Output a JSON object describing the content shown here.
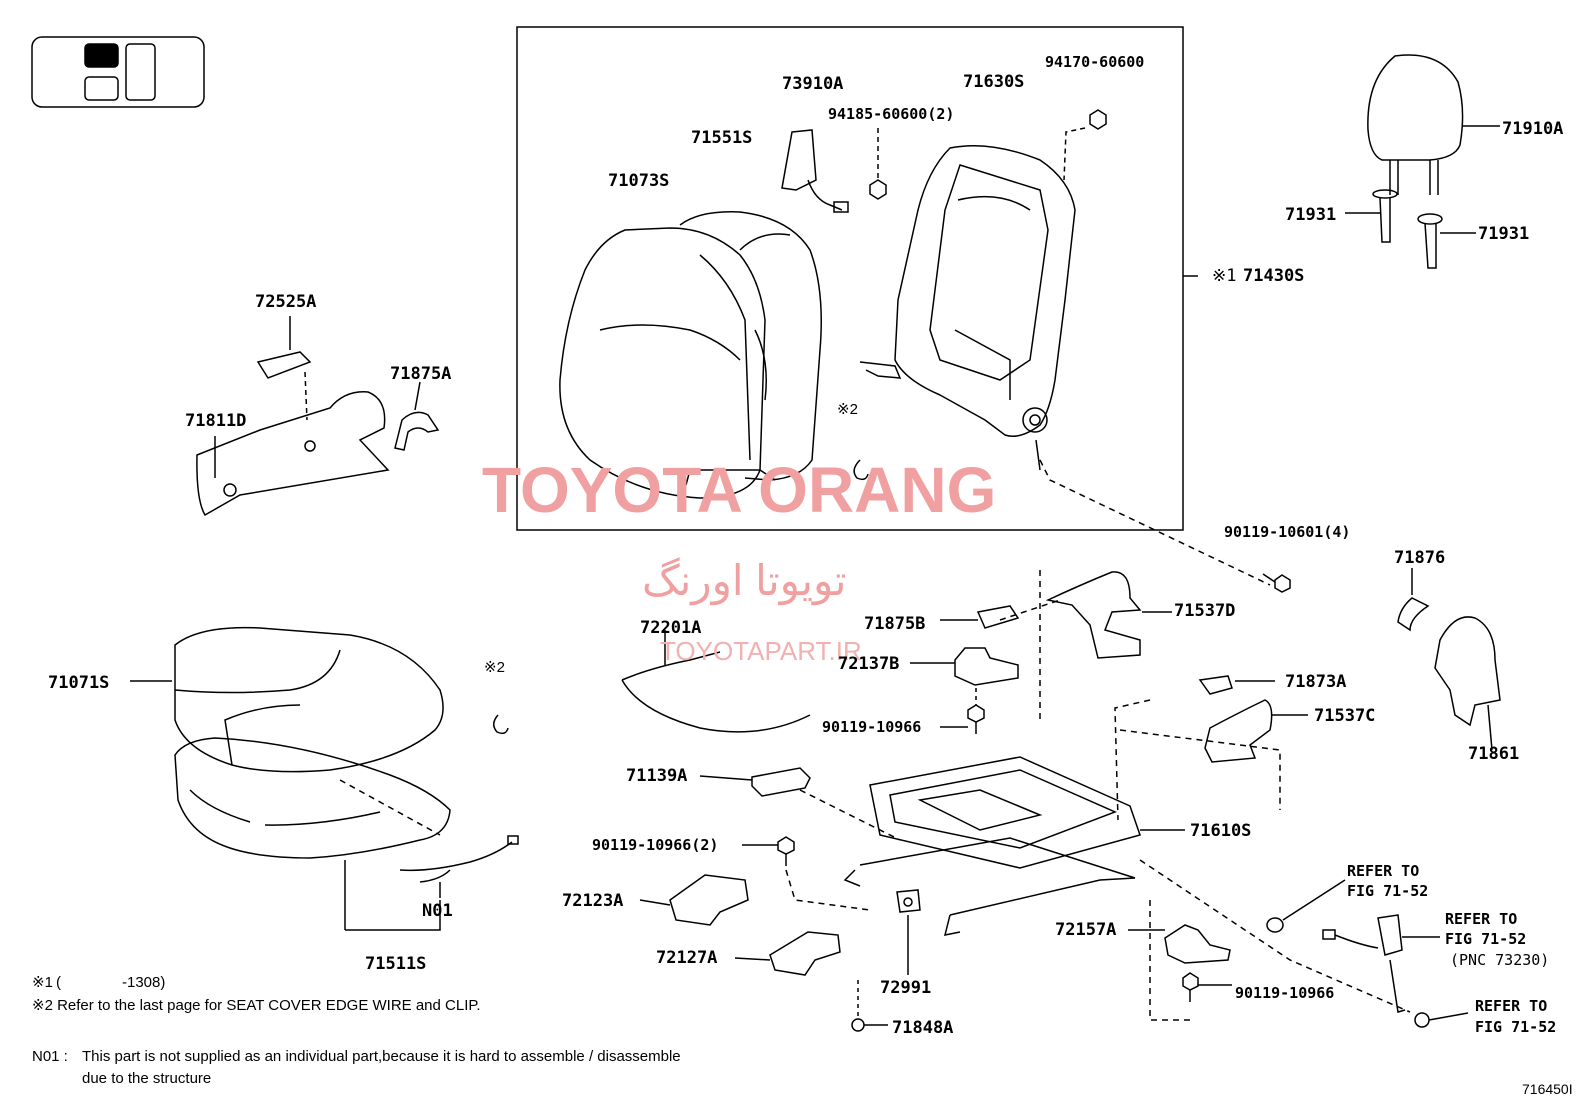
{
  "watermark": {
    "main": "TOYOTA ORANG",
    "persian": "تویوتا اورنگ",
    "site": "TOYOTAPART.IR"
  },
  "labels": {
    "l73910A": "73910A",
    "l71630S": "71630S",
    "l94170": "94170-60600",
    "l94185": "94185-60600(2)",
    "l71551S": "71551S",
    "l71073S": "71073S",
    "l71910A": "71910A",
    "l71931a": "71931",
    "l71931b": "71931",
    "l71430S": "71430S",
    "l72525A": "72525A",
    "l71875A": "71875A",
    "l71811D": "71811D",
    "lmark2a": "※2",
    "l90119_10601": "90119-10601(4)",
    "l71876": "71876",
    "l72201A": "72201A",
    "l71875B": "71875B",
    "l71537D": "71537D",
    "l72137B": "72137B",
    "l71873A": "71873A",
    "l71071S": "71071S",
    "lmark2b": "※2",
    "l90119_10966a": "90119-10966",
    "l71537C": "71537C",
    "l71861": "71861",
    "l71139A": "71139A",
    "l71610S": "71610S",
    "l90119_10966b": "90119-10966(2)",
    "lN01": "N01",
    "l72123A": "72123A",
    "l72157A": "72157A",
    "l72127A": "72127A",
    "l72991": "72991",
    "l90119_10966c": "90119-10966",
    "l71511S": "71511S",
    "l71848A": "71848A",
    "refer1a": "REFER TO",
    "refer1b": "FIG 71-52",
    "refer2a": "REFER TO",
    "refer2b": "FIG 71-52",
    "refer2c": "(PNC 73230)",
    "refer3a": "REFER TO",
    "refer3b": "FIG 71-52",
    "mark1": "※1",
    "mark1_prefix": "※1"
  },
  "notes": {
    "n1_mark": "※1",
    "n1_paren_open": "(",
    "n1_range": "-1308)",
    "n2": "※2 Refer to the last page for SEAT COVER EDGE WIRE and CLIP.",
    "n01_head": "N01 :",
    "n01_line1": "This part is not supplied as an individual part,because it is hard to assemble / disassemble",
    "n01_line2": "due to the structure"
  },
  "figure_id": "716450I"
}
